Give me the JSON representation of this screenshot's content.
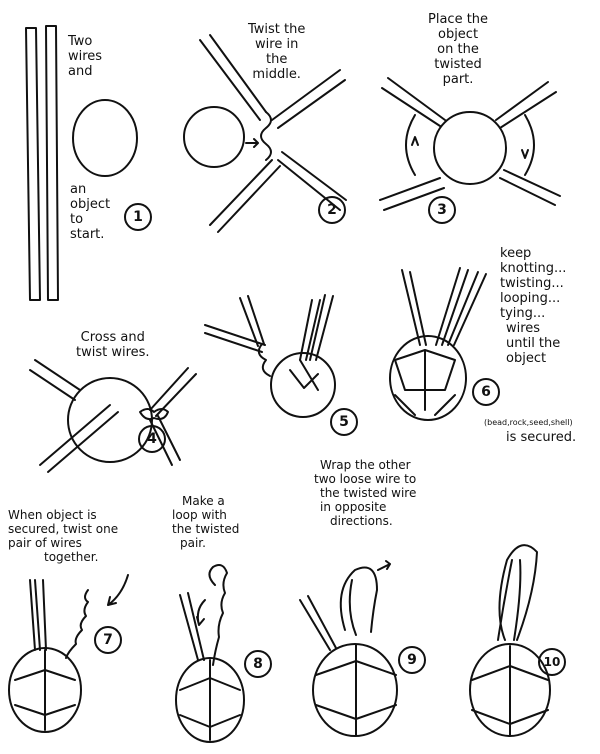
{
  "steps": [
    {
      "number": "1",
      "text": [
        "Two",
        "wires",
        "and"
      ],
      "text2": [
        "an",
        "object",
        "to",
        "start."
      ]
    },
    {
      "number": "2",
      "text": [
        "Twist the",
        "wire in",
        "the",
        "middle."
      ]
    },
    {
      "number": "3",
      "text": [
        "Place the",
        "object",
        "on the",
        "twisted",
        "part."
      ]
    },
    {
      "number": "4",
      "text": [
        "Cross and",
        "twist wires."
      ]
    },
    {
      "number": "5"
    },
    {
      "number": "6",
      "text": [
        "keep",
        "knotting...",
        "twisting...",
        "looping...",
        "tying...",
        "wires",
        "until the",
        "object"
      ],
      "note": "(bead,rock,seed,shell)",
      "text_end": "is secured."
    },
    {
      "number": "7",
      "text": [
        "When object is",
        "secured, twist one",
        "pair of wires",
        "together."
      ]
    },
    {
      "number": "8",
      "text": [
        "Make a",
        "loop with",
        "the twisted",
        "pair."
      ]
    },
    {
      "number": "9",
      "text": [
        "Wrap the other",
        "two loose wire to",
        "the twisted wire",
        "in opposite",
        "directions."
      ]
    },
    {
      "number": "10"
    }
  ]
}
